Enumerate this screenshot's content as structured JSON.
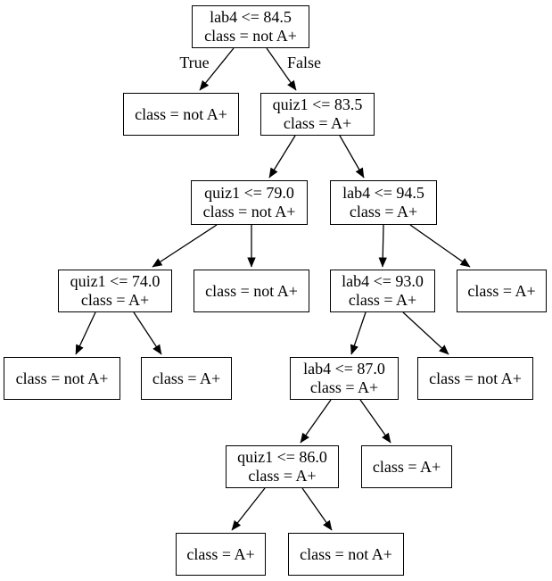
{
  "diagram_type": "decision-tree",
  "colors": {
    "background": "#ffffff",
    "node_border": "#000000",
    "text": "#000000",
    "edge": "#000000"
  },
  "edge_labels": {
    "true": "True",
    "false": "False"
  },
  "nodes": {
    "root": {
      "line1": "lab4 <= 84.5",
      "line2": "class = not A+"
    },
    "n2l": {
      "line1": "class = not A+"
    },
    "n2r": {
      "line1": "quiz1 <= 83.5",
      "line2": "class = A+"
    },
    "n3l": {
      "line1": "quiz1 <= 79.0",
      "line2": "class = not A+"
    },
    "n3r": {
      "line1": "lab4 <= 94.5",
      "line2": "class = A+"
    },
    "n4a": {
      "line1": "quiz1 <= 74.0",
      "line2": "class = A+"
    },
    "n4b": {
      "line1": "class = not A+"
    },
    "n4c": {
      "line1": "lab4 <= 93.0",
      "line2": "class = A+"
    },
    "n4d": {
      "line1": "class = A+"
    },
    "n5a": {
      "line1": "class = not A+"
    },
    "n5b": {
      "line1": "class = A+"
    },
    "n5c": {
      "line1": "lab4 <= 87.0",
      "line2": "class = A+"
    },
    "n5d": {
      "line1": "class = not A+"
    },
    "n6a": {
      "line1": "quiz1 <= 86.0",
      "line2": "class = A+"
    },
    "n6b": {
      "line1": "class = A+"
    },
    "n7a": {
      "line1": "class = A+"
    },
    "n7b": {
      "line1": "class = not A+"
    }
  },
  "edges": [
    {
      "from": "root",
      "to": "n2l",
      "label": "True"
    },
    {
      "from": "root",
      "to": "n2r",
      "label": "False"
    },
    {
      "from": "n2r",
      "to": "n3l"
    },
    {
      "from": "n2r",
      "to": "n3r"
    },
    {
      "from": "n3l",
      "to": "n4a"
    },
    {
      "from": "n3l",
      "to": "n4b"
    },
    {
      "from": "n3r",
      "to": "n4c"
    },
    {
      "from": "n3r",
      "to": "n4d"
    },
    {
      "from": "n4a",
      "to": "n5a"
    },
    {
      "from": "n4a",
      "to": "n5b"
    },
    {
      "from": "n4c",
      "to": "n5c"
    },
    {
      "from": "n4c",
      "to": "n5d"
    },
    {
      "from": "n5c",
      "to": "n6a"
    },
    {
      "from": "n5c",
      "to": "n6b"
    },
    {
      "from": "n6a",
      "to": "n7a"
    },
    {
      "from": "n6a",
      "to": "n7b"
    }
  ]
}
